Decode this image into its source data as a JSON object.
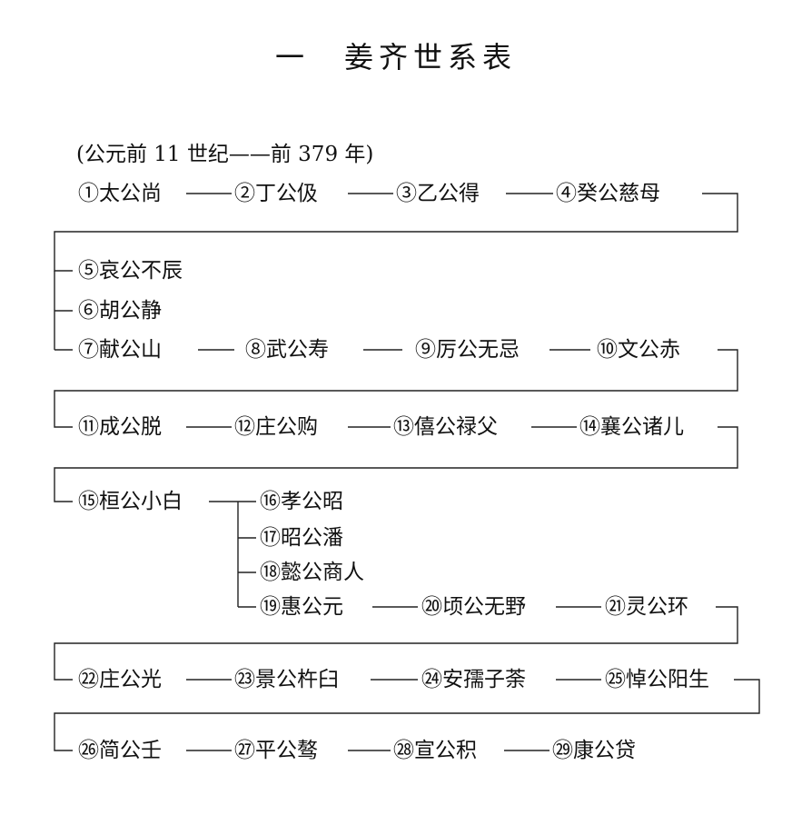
{
  "title": "一　姜齐世系表",
  "subtitle": "(公元前 11 世纪——前 379 年)",
  "rulers": [
    {
      "no": "①",
      "name": "太公尚"
    },
    {
      "no": "②",
      "name": "丁公伋"
    },
    {
      "no": "③",
      "name": "乙公得"
    },
    {
      "no": "④",
      "name": "癸公慈母"
    },
    {
      "no": "⑤",
      "name": "哀公不辰"
    },
    {
      "no": "⑥",
      "name": "胡公静"
    },
    {
      "no": "⑦",
      "name": "献公山"
    },
    {
      "no": "⑧",
      "name": "武公寿"
    },
    {
      "no": "⑨",
      "name": "厉公无忌"
    },
    {
      "no": "⑩",
      "name": "文公赤"
    },
    {
      "no": "⑪",
      "name": "成公脱"
    },
    {
      "no": "⑫",
      "name": "庄公购"
    },
    {
      "no": "⑬",
      "name": "僖公禄父"
    },
    {
      "no": "⑭",
      "name": "襄公诸儿"
    },
    {
      "no": "⑮",
      "name": "桓公小白"
    },
    {
      "no": "⑯",
      "name": "孝公昭"
    },
    {
      "no": "⑰",
      "name": "昭公潘"
    },
    {
      "no": "⑱",
      "name": "懿公商人"
    },
    {
      "no": "⑲",
      "name": "惠公元"
    },
    {
      "no": "⑳",
      "name": "顷公无野"
    },
    {
      "no": "㉑",
      "name": "灵公环"
    },
    {
      "no": "㉒",
      "name": "庄公光"
    },
    {
      "no": "㉓",
      "name": "景公杵臼"
    },
    {
      "no": "㉔",
      "name": "安孺子荼"
    },
    {
      "no": "㉕",
      "name": "悼公阳生"
    },
    {
      "no": "㉖",
      "name": "简公壬"
    },
    {
      "no": "㉗",
      "name": "平公骜"
    },
    {
      "no": "㉘",
      "name": "宣公积"
    },
    {
      "no": "㉙",
      "name": "康公贷"
    }
  ]
}
